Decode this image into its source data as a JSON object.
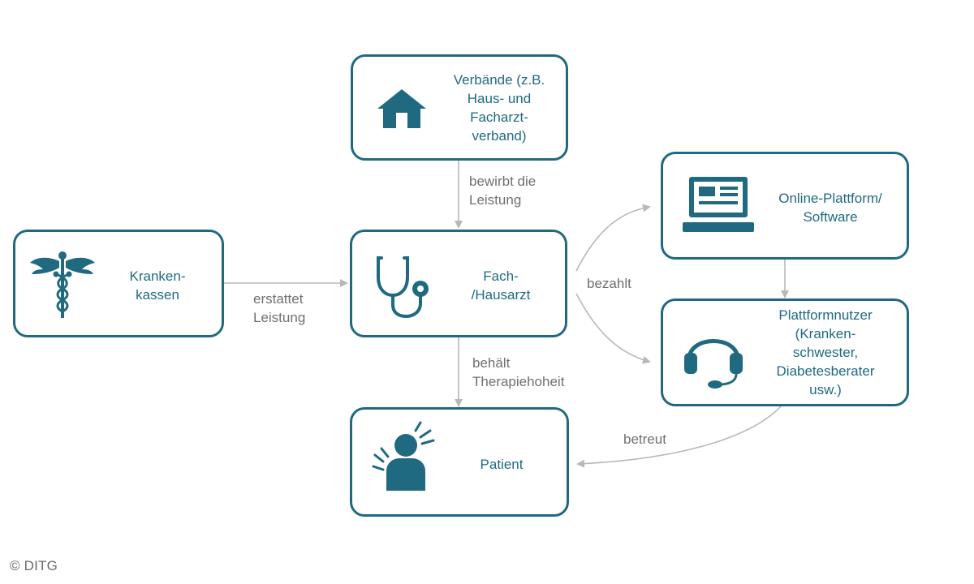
{
  "colors": {
    "accent": "#1f6a80",
    "edge": "#b8b8b8",
    "edge_label": "#707070"
  },
  "nodes": {
    "verbaende": {
      "label": "Verbände (z.B.\nHaus- und\nFacharzt-\nverband)",
      "icon": "house-icon"
    },
    "krankenkassen": {
      "label": "Kranken-\nkassen",
      "icon": "caduceus-icon"
    },
    "arzt": {
      "label": "Fach-\n/Hausarzt",
      "icon": "stethoscope-icon"
    },
    "patient": {
      "label": "Patient",
      "icon": "person-alert-icon"
    },
    "plattform": {
      "label": "Online-Plattform/\nSoftware",
      "icon": "laptop-icon"
    },
    "nutzer": {
      "label": "Plattformnutzer\n(Kranken-\nschwester,\nDiabetesberater\nusw.)",
      "icon": "headset-icon"
    }
  },
  "edges": {
    "bewirbt": "bewirbt die\nLeistung",
    "erstattet": "erstattet\nLeistung",
    "behaelt": "behält\nTherapiehoheit",
    "bezahlt": "bezahlt",
    "betreut": "betreut"
  },
  "copyright": "© DITG"
}
